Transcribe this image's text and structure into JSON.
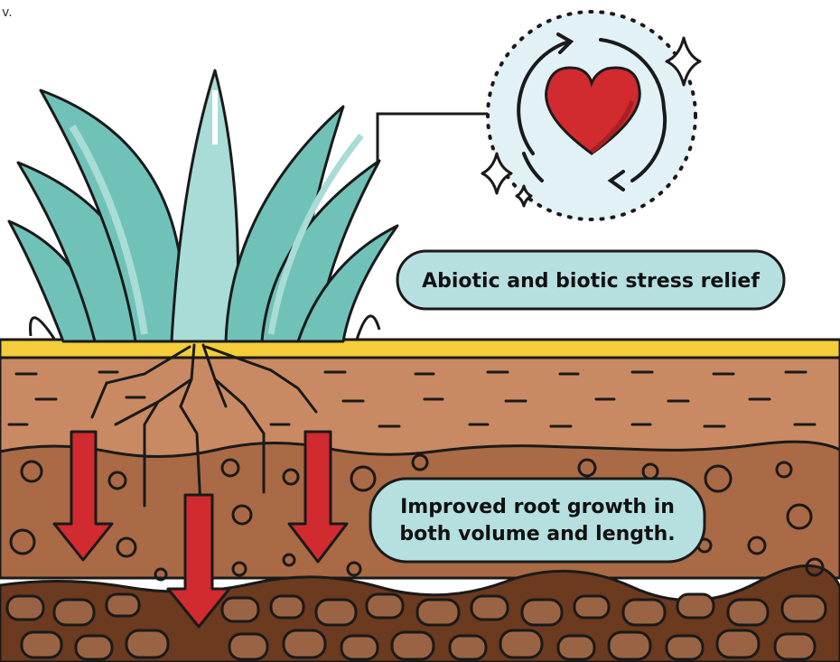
{
  "corner_fragment": "v.",
  "labels": {
    "stress_relief": "Abiotic and biotic stress relief",
    "root_growth_line1": "Improved root growth in",
    "root_growth_line2": "both volume and length."
  },
  "colors": {
    "leaf": "#70c2b8",
    "leaf_light": "#a9dcd7",
    "topsoil": "#f4cd3a",
    "soil_upper": "#c98a63",
    "soil_middle": "#a96a45",
    "soil_lower": "#6b3a1f",
    "rock": "#9a6444",
    "arrow": "#d12a2f",
    "label_fill": "#b6e0df",
    "heart": "#d12a2f",
    "badge_fill": "#e1f1f5"
  },
  "icons": [
    "heart-icon",
    "cycle-arrows-icon",
    "sparkle-icon",
    "down-arrow-icon"
  ]
}
